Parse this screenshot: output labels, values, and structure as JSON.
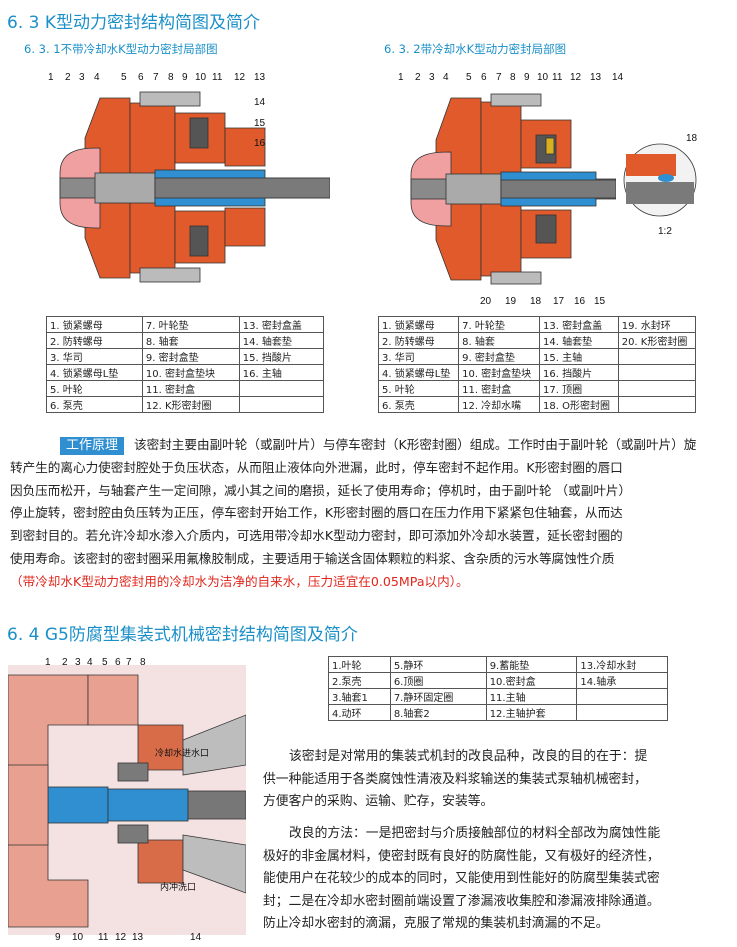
{
  "section_63": {
    "title": "6. 3 K型动力密封结构简图及简介",
    "left_caption": "6. 3. 1不带冷却水K型动力密封局部图",
    "right_caption": "6. 3. 2带冷却水K型动力密封局部图",
    "left_numbers_top": [
      "1",
      "2",
      "3",
      "4",
      "5",
      "6",
      "7",
      "8",
      "9",
      "10",
      "11",
      "12",
      "13"
    ],
    "left_numbers_side": [
      "14",
      "15",
      "16"
    ],
    "right_numbers_top": [
      "1",
      "2",
      "3",
      "4",
      "5",
      "6",
      "7",
      "8",
      "9",
      "10",
      "11",
      "12",
      "13",
      "14"
    ],
    "right_numbers_bottom": [
      "20",
      "19",
      "18",
      "17",
      "16",
      "15"
    ],
    "detail_number": "18",
    "detail_scale": "1:2",
    "left_table": [
      [
        "1. 锁紧螺母",
        "7. 叶轮垫",
        "13. 密封盒盖"
      ],
      [
        "2. 防转螺母",
        "8. 轴套",
        "14. 轴套垫"
      ],
      [
        "3. 华司",
        "9. 密封盒垫",
        "15. 挡酸片"
      ],
      [
        "4. 锁紧螺母L垫",
        "10. 密封盒垫块",
        "16. 主轴"
      ],
      [
        "5. 叶轮",
        "11. 密封盒",
        ""
      ],
      [
        "6. 泵壳",
        "12. K形密封圈",
        ""
      ]
    ],
    "right_table": [
      [
        "1. 锁紧螺母",
        "7. 叶轮垫",
        "13. 密封盒盖",
        "19. 水封环"
      ],
      [
        "2. 防转螺母",
        "8. 轴套",
        "14. 轴套垫",
        "20. K形密封圈"
      ],
      [
        "3. 华司",
        "9. 密封盒垫",
        "15. 主轴",
        ""
      ],
      [
        "4. 锁紧螺母L垫",
        "10. 密封盒垫块",
        "16. 挡酸片",
        ""
      ],
      [
        "5. 叶轮",
        "11. 密封盒",
        "17. 顶圈",
        ""
      ],
      [
        "6. 泵壳",
        "12. 冷却水嘴",
        "18. O形密封圈",
        ""
      ]
    ],
    "principle_label": "工作原理",
    "principle_lines": [
      "该密封主要由副叶轮（或副叶片）与停车密封（K形密封圈）组成。工作时由于副叶轮（或副叶片）旋",
      "转产生的离心力使密封腔处于负压状态，从而阻止液体向外泄漏，此时，停车密封不起作用。K形密封圈的唇口",
      "因负压而松开，与轴套产生一定间隙，减小其之间的磨损，延长了使用寿命；停机时，由于副叶轮 （或副叶片）",
      "停止旋转，密封腔由负压转为正压，停车密封开始工作，K形密封圈的唇口在压力作用下紧紧包住轴套，从而达",
      "到密封目的。若允许冷却水渗入介质内，可选用带冷却水K型动力密封，即可添加外冷却水装置，延长密封圈的",
      "使用寿命。该密封的密封圈采用氟橡胶制成，主要适用于输送含固体颗粒的料浆、含杂质的污水等腐蚀性介质"
    ],
    "note": "（带冷却水K型动力密封用的冷却水为洁净的自来水，压力适宜在0.05MPa以内）。"
  },
  "section_64": {
    "title": "6. 4  G5防腐型集装式机械密封结构简图及简介",
    "numbers_top": [
      "1",
      "2",
      "3",
      "4",
      "5",
      "6",
      "7",
      "8"
    ],
    "numbers_bottom": [
      "9",
      "10",
      "11",
      "12",
      "13",
      "14"
    ],
    "label_inlet": "冷却水进水口",
    "label_wash": "内冲洗口",
    "table": [
      [
        "1.叶轮",
        "5.静环",
        "9.蓄能垫",
        "13.冷却水封"
      ],
      [
        "2.泵壳",
        "6.顶圈",
        "10.密封盒",
        "14.轴承"
      ],
      [
        "3.轴套1",
        "7.静环固定圈",
        "11.主轴",
        ""
      ],
      [
        "4.动环",
        "8.轴套2",
        "12.主轴护套",
        ""
      ]
    ],
    "para1_lines": [
      "该密封是对常用的集装式机封的改良品种，改良的目的在于：提",
      "供一种能适用于各类腐蚀性清液及料浆输送的集装式泵轴机械密封，",
      "方便客户的采购、运输、贮存，安装等。"
    ],
    "para2_lines": [
      "改良的方法：一是把密封与介质接触部位的材料全部改为腐蚀性能",
      "极好的非金属材料，使密封既有良好的防腐性能，又有极好的经济性，",
      "能使用户在花较少的成本的同时，又能使用到性能好的防腐型集装式密",
      "封；二是在冷却水密封圈前端设置了渗漏液收集腔和渗漏液排除通道。",
      "防止冷却水密封的滴漏，克服了常规的集装机封滴漏的不足。"
    ]
  }
}
